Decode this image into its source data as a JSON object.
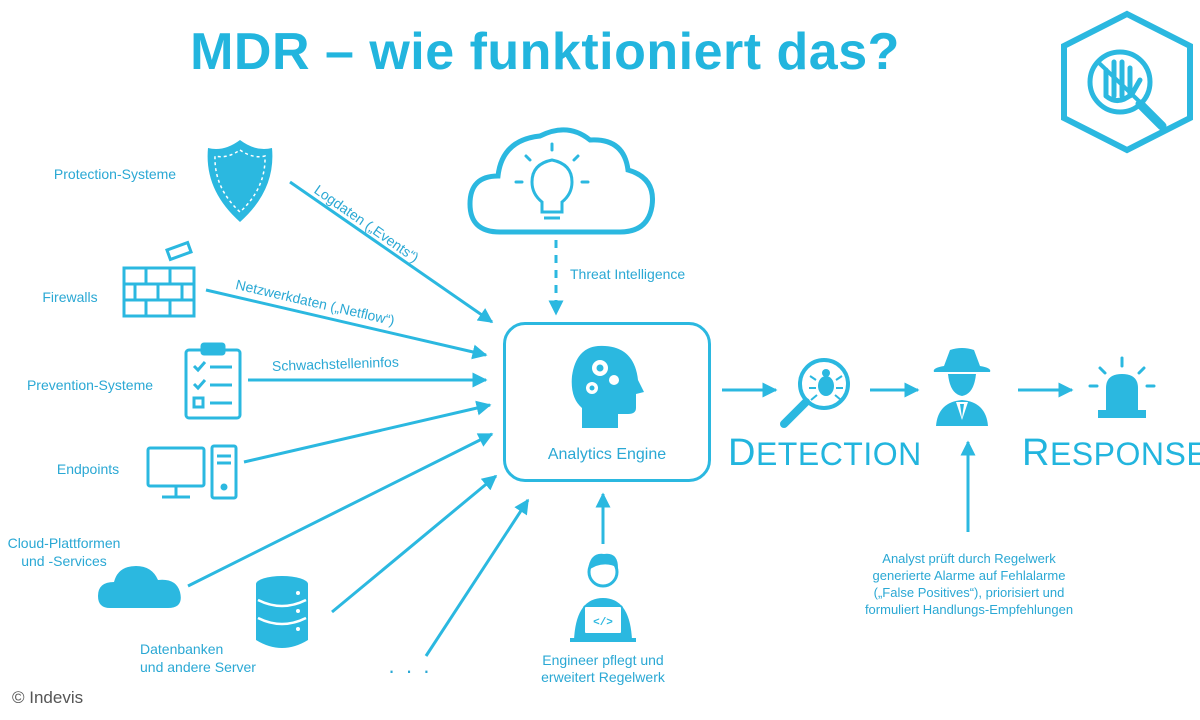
{
  "title": "MDR – wie funktioniert das?",
  "sources": {
    "protection": "Protection-Systeme",
    "firewalls": "Firewalls",
    "prevention": "Prevention-Systeme",
    "endpoints": "Endpoints",
    "cloud": "Cloud-Plattformen\nund -Services",
    "databases": "Datenbanken\nund andere Server",
    "more": "· · ·"
  },
  "edges": {
    "logdata": "Logdaten („Events“)",
    "netflow": "Netzwerkdaten („Netflow“)",
    "vuln": "Schwachstelleninfos",
    "threat_intel": "Threat Intelligence"
  },
  "engine": {
    "label": "Analytics Engine"
  },
  "engineer_note": "Engineer pflegt und\nerweitert Regelwerk",
  "detection": {
    "first": "D",
    "rest": "ETECTION"
  },
  "response": {
    "first": "R",
    "rest": "ESPONSE"
  },
  "analyst_note": "Analyst prüft durch Regelwerk\ngenerierte Alarme auf Fehlalarme\n(„False Positives“), priorisiert und\nformuliert Handlungs-Empfehlungen",
  "copyright": "© Indevis",
  "colors": {
    "accent": "#2bb8e0",
    "text": "#2aa8d4"
  },
  "icons": [
    "shield-icon",
    "firewall-icon",
    "clipboard-icon",
    "computer-icon",
    "cloud-icon",
    "database-icon",
    "cloud-lightbulb-icon",
    "head-gears-icon",
    "engineer-icon",
    "bug-magnifier-icon",
    "spy-analyst-icon",
    "siren-icon",
    "logo-hand-icon"
  ]
}
